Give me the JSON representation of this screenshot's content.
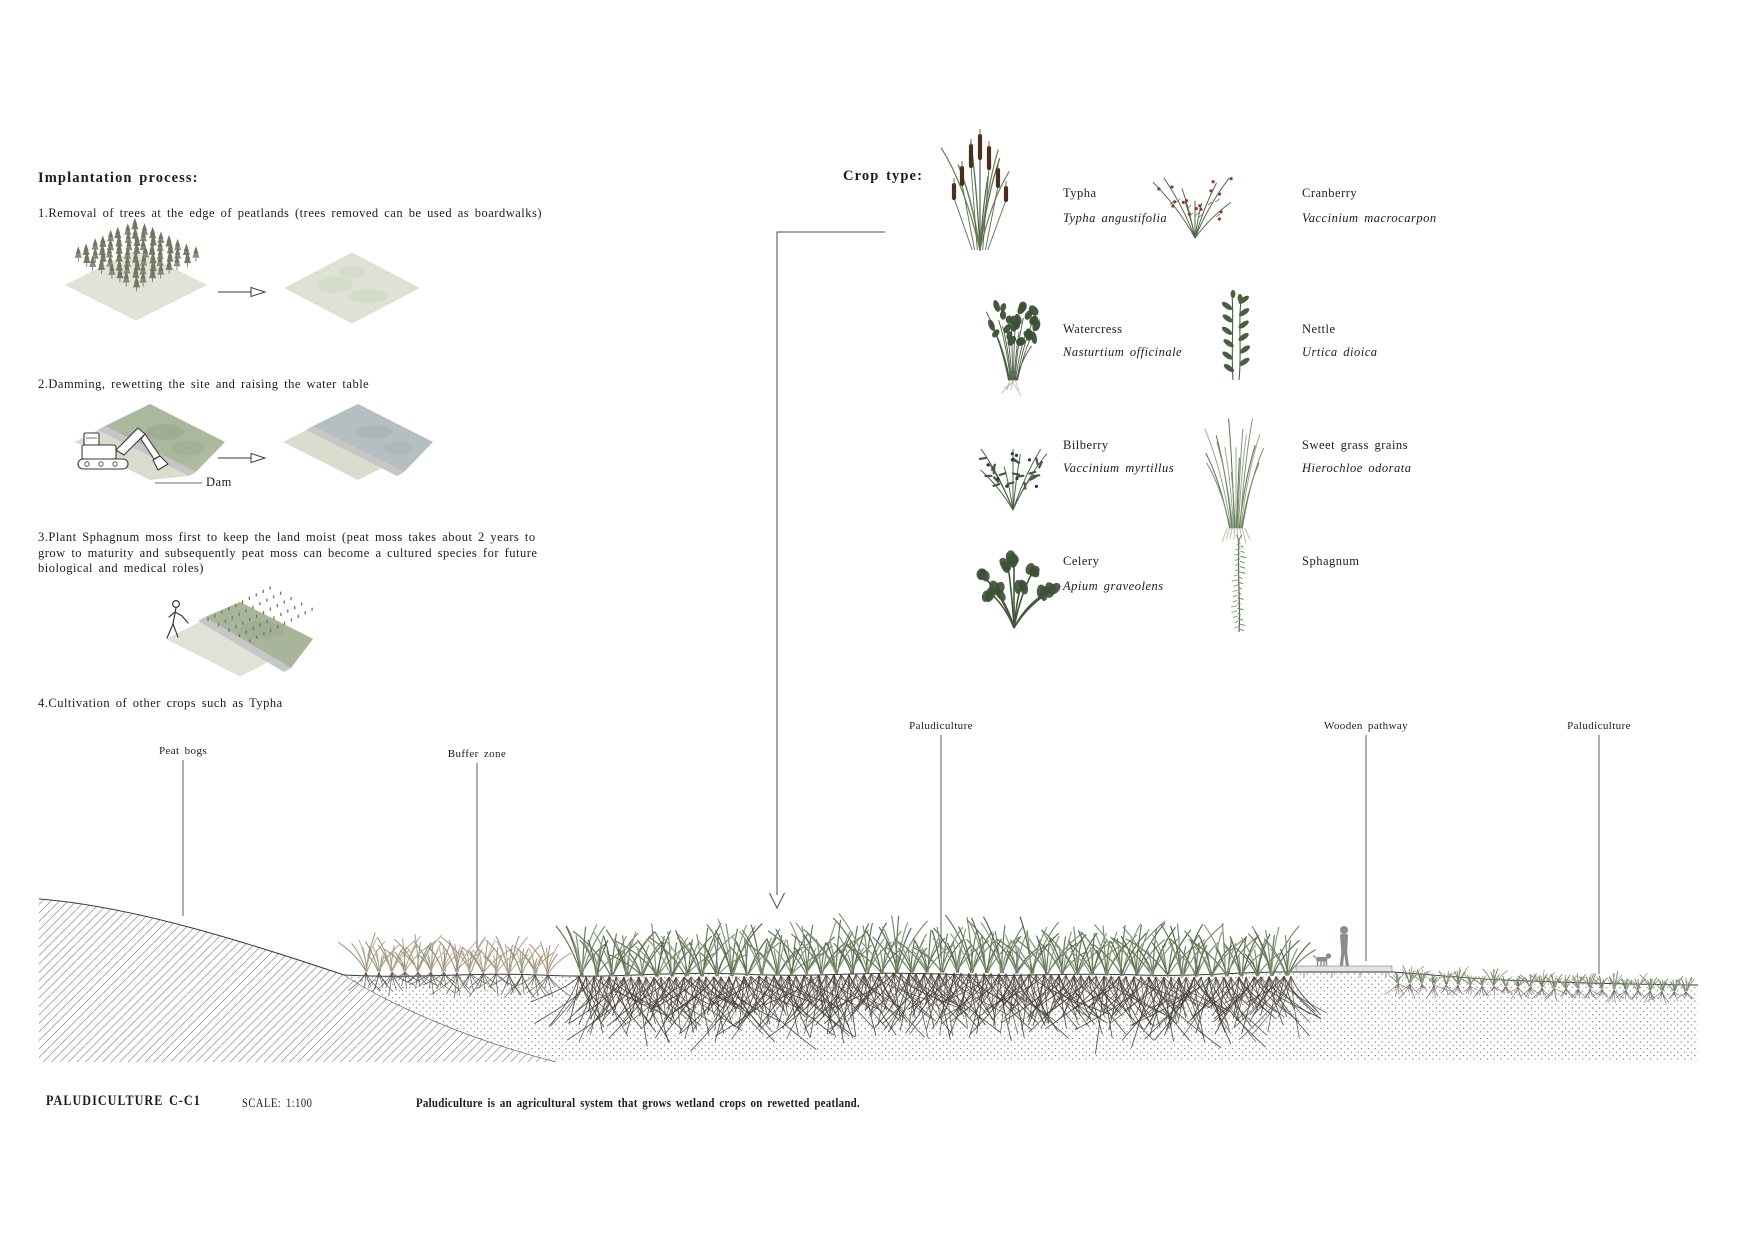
{
  "document": {
    "background": "#ffffff",
    "title_block": {
      "drawing_title": "PALUDICULTURE  C-C1",
      "scale_label": "SCALE: 1:100",
      "description": "Paludiculture is an agricultural system that grows wetland crops on rewetted peatland."
    }
  },
  "implantation": {
    "heading": "Implantation process:",
    "steps": [
      "1.Removal of trees at the edge of peatlands (trees removed can be used as boardwalks)",
      "2.Damming, rewetting the site and raising the water table",
      "3.Plant Sphagnum moss first to keep the land moist (peat moss takes about 2 years to grow to maturity and subsequently peat moss can become a cultured species for future biological and medical roles)",
      "4.Cultivation of other crops such as Typha"
    ],
    "dam_callout": "Dam"
  },
  "crop_types": {
    "heading": "Crop type:",
    "items": [
      {
        "name": "Typha",
        "latin": "Typha angustifolia"
      },
      {
        "name": "Cranberry",
        "latin": "Vaccinium macrocarpon"
      },
      {
        "name": "Watercress",
        "latin": "Nasturtium officinale"
      },
      {
        "name": "Nettle",
        "latin": "Urtica dioica"
      },
      {
        "name": "Bilberry",
        "latin": "Vaccinium myrtillus"
      },
      {
        "name": "Sweet grass grains",
        "latin": "Hierochloe odorata"
      },
      {
        "name": "Celery",
        "latin": "Apium graveolens"
      },
      {
        "name": "Sphagnum",
        "latin": ""
      }
    ]
  },
  "section": {
    "labels": {
      "peat_bogs": "Peat bogs",
      "buffer_zone": "Buffer zone",
      "paludiculture_left": "Paludiculture",
      "wooden_pathway": "Wooden pathway",
      "paludiculture_right": "Paludiculture"
    }
  },
  "palette": {
    "plant_green_dark": "#44573b",
    "plant_green_sage": "#8b9a7e",
    "typha_head_brown": "#4b2e1c",
    "berry_red": "#963636",
    "berry_blue": "#2e3550",
    "buffer_rust": "#b08a74",
    "water_gray_blue": "#b4bfc2",
    "soil_line": "#3a3a3a"
  }
}
